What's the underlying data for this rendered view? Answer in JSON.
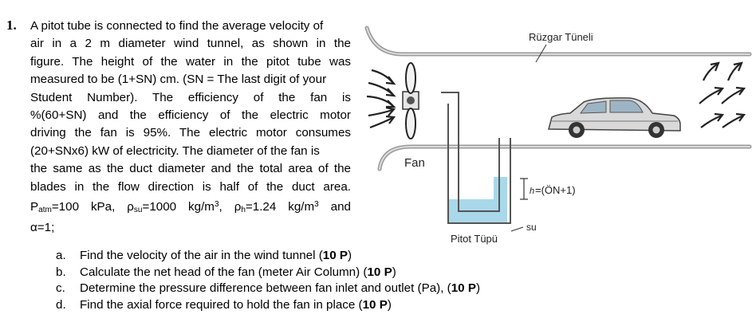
{
  "question": {
    "number": "1.",
    "lines": [
      "A pitot tube is connected to find the average velocity of",
      "air in a 2 m diameter wind tunnel, as shown in the",
      "figure. The height of the water in the pitot tube was",
      "measured to be (1+SN) cm. (SN = The last digit of your",
      "Student Number). The efficiency of the fan is",
      "%(60+SN) and the efficiency of the electric motor",
      "driving the fan is 95%. The electric motor consumes",
      "(20+SNx6) kW of electricity. The diameter of the fan is",
      "the same as the duct diameter and the total area of the",
      "blades in the flow direction is half of the duct area."
    ],
    "props_line": {
      "p": "P",
      "p_sub": "atm",
      "p_val": "=100 kPa,  ",
      "rho1": "ρ",
      "rho1_sub": "su",
      "rho1_val": "=1000 kg/m",
      "cube1": "3",
      "sep1": ",   ",
      "rho2": "ρ",
      "rho2_sub": "h",
      "rho2_val": "=1.24 kg/m",
      "cube2": "3",
      "tail": "  and"
    },
    "alpha_line": "α=1;"
  },
  "parts": [
    {
      "letter": "a.",
      "text": "Find the velocity of the air in the wind tunnel (",
      "points": "10 P",
      "close": ")"
    },
    {
      "letter": "b.",
      "text": "Calculate the net head of the fan (meter Air Column) (",
      "points": "10 P",
      "close": ")"
    },
    {
      "letter": "c.",
      "text": "Determine the pressure difference between fan inlet and outlet (Pa), (",
      "points": "10 P",
      "close": ")"
    },
    {
      "letter": "d.",
      "text": "Find the axial force required to hold the fan in place (",
      "points": "10 P",
      "close": ")"
    }
  ],
  "figure": {
    "tunnel_label": "Rüzgar Tüneli",
    "fan_label": "Fan",
    "pitot_label": "Pitot Tüpü",
    "height_label": "=(ÖN+1)",
    "height_symbol": "h",
    "water_label": "su",
    "colors": {
      "water": "#a9d8ea",
      "duct": "#9a9a9a",
      "tube": "#555555"
    }
  }
}
